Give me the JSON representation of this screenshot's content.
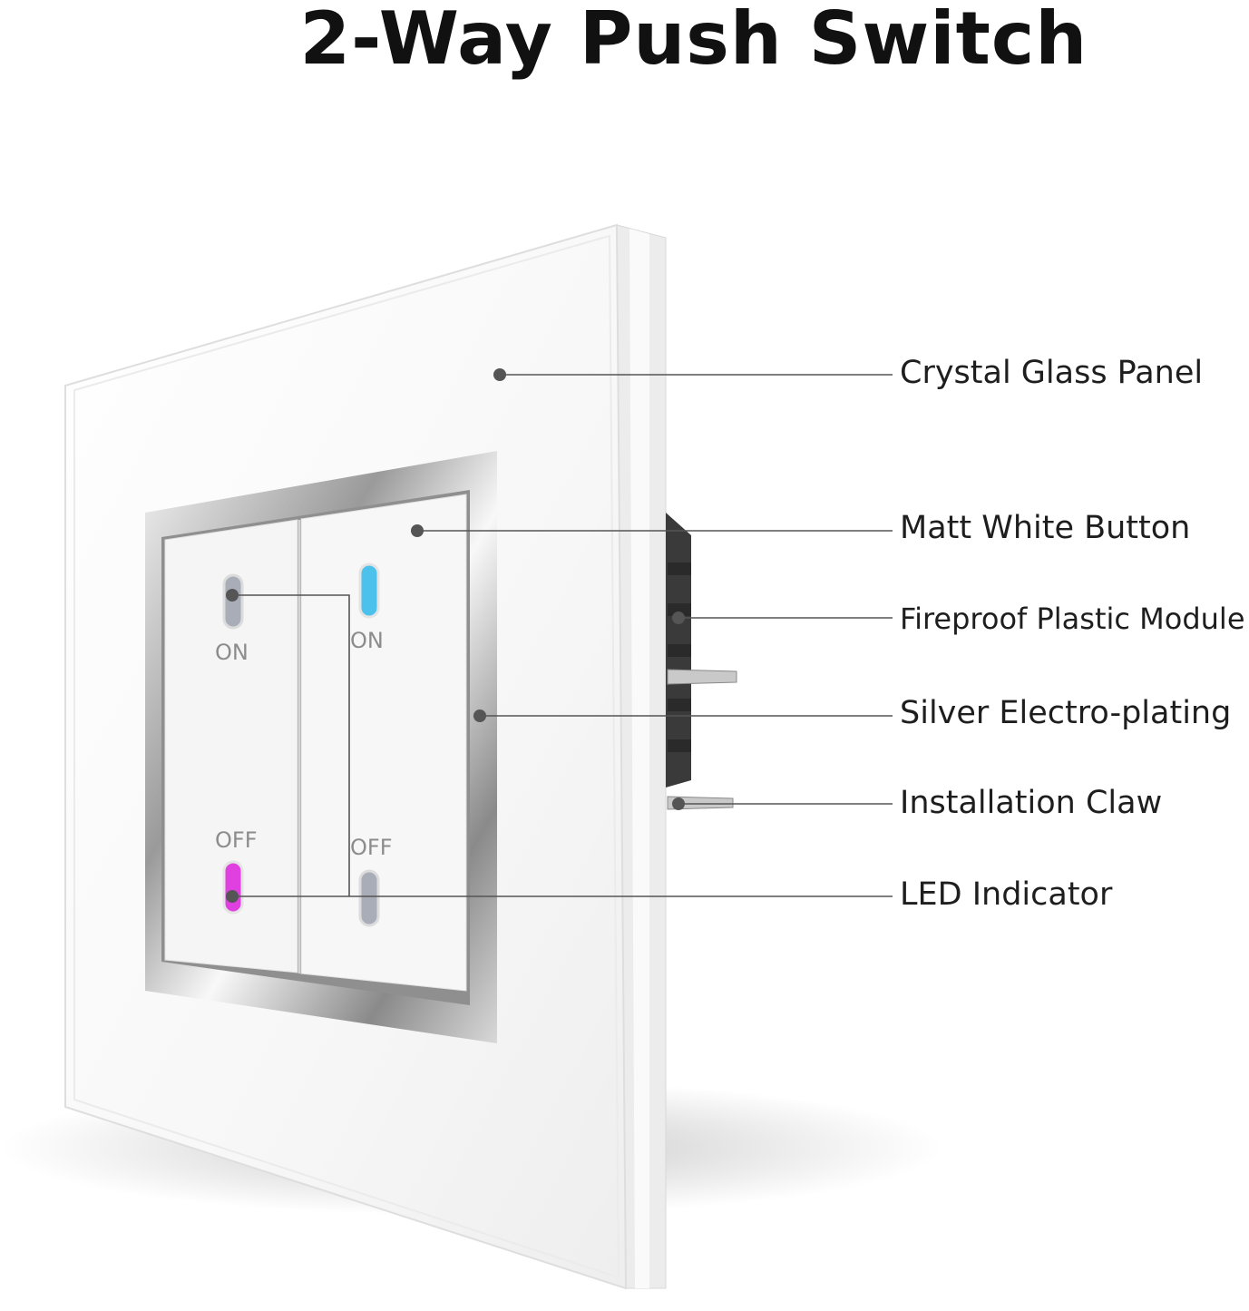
{
  "title": "2-Way Push Switch",
  "callouts": [
    {
      "label": "Crystal Glass Panel"
    },
    {
      "label": "Matt White Button"
    },
    {
      "label": "Fireproof Plastic Module"
    },
    {
      "label": "Silver Electro-plating"
    },
    {
      "label": "Installation Claw"
    },
    {
      "label": "LED Indicator"
    }
  ],
  "switch_labels": {
    "left_on": "ON",
    "left_off": "OFF",
    "right_on": "ON",
    "right_off": "OFF"
  },
  "colors": {
    "led_blue": "#4cc1ec",
    "led_magenta": "#e040e0",
    "led_off": "#a9adb8",
    "leader_line": "#555555"
  }
}
